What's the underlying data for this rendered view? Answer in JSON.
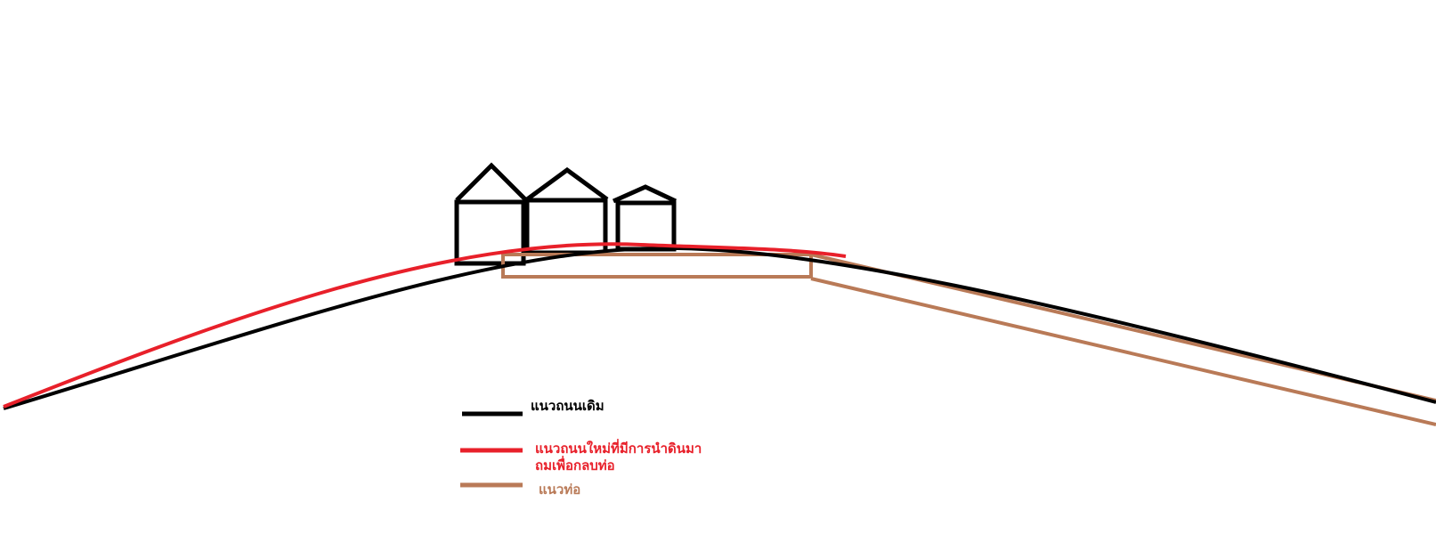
{
  "colors": {
    "old_road": "#000000",
    "new_road": "#e8202a",
    "pipe": "#b97a57",
    "background": "#ffffff"
  },
  "legend": {
    "old_road_label": "แนวถนนเดิม",
    "new_road_label_line1": "แนวถนนใหม่ที่มีการนำดินมา",
    "new_road_label_line2": "ถมเพื่อกลบท่อ",
    "pipe_label": "แนวท่อ"
  },
  "icons": [
    "house-icon",
    "house-icon",
    "house-icon"
  ]
}
